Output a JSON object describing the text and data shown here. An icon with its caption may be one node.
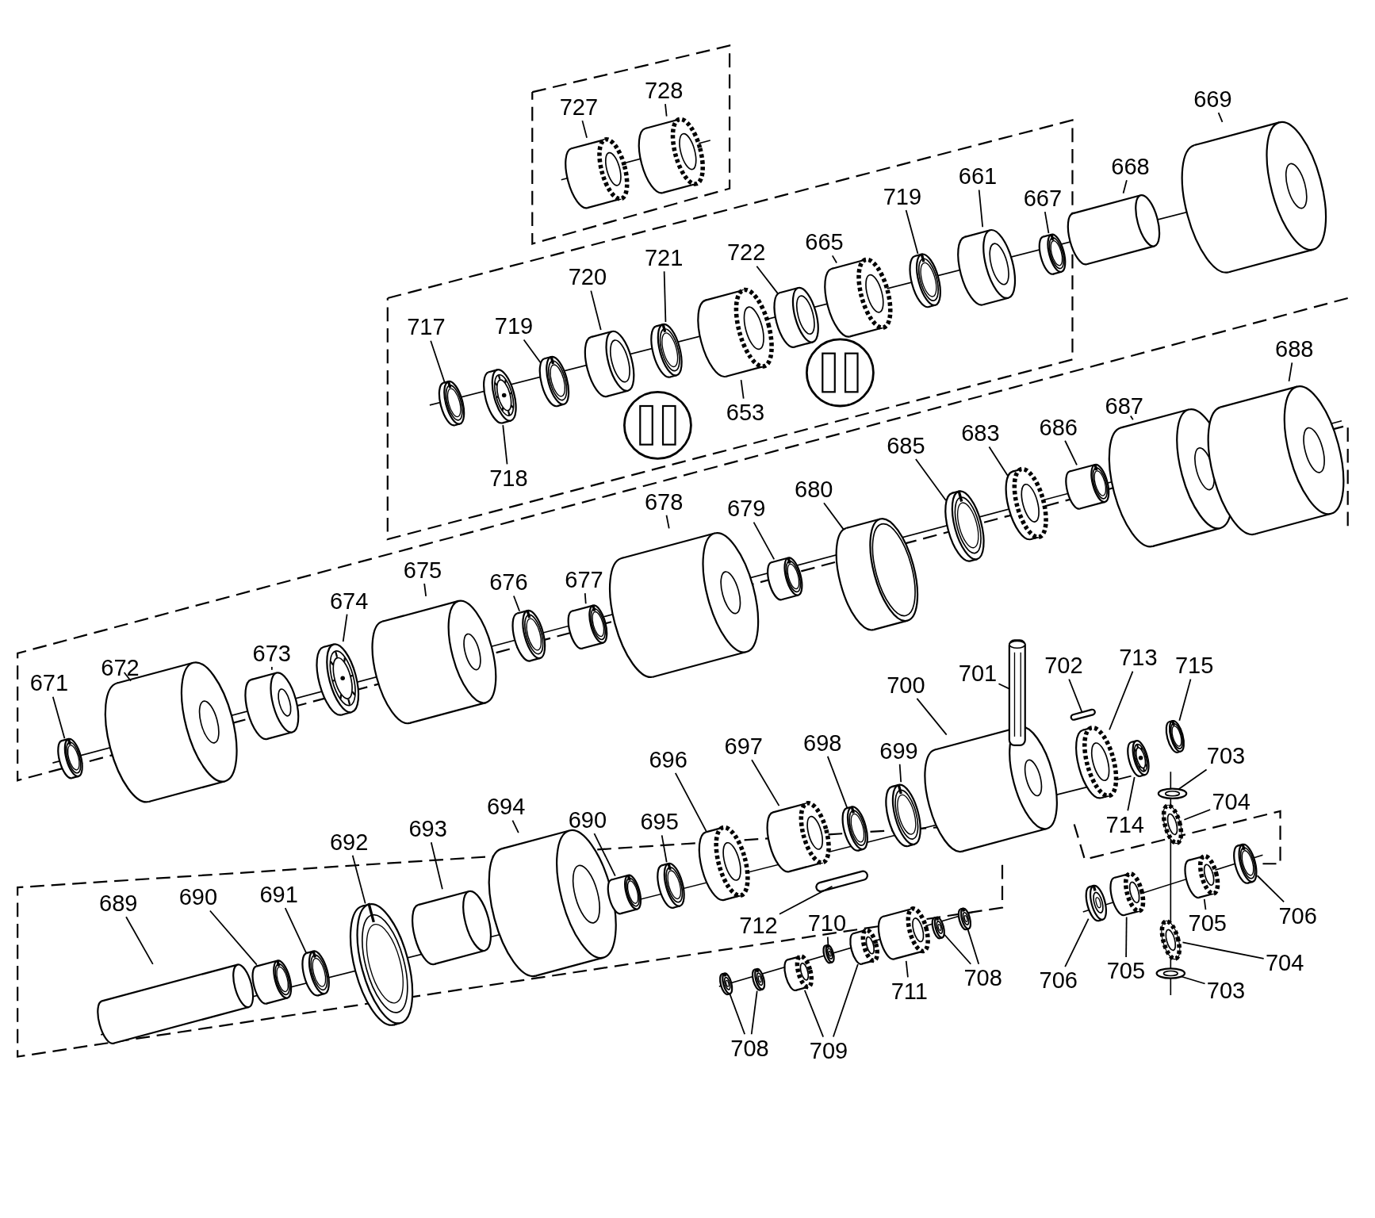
{
  "diagram": {
    "nodes": [
      {
        "text": [
          "727"
        ]
      },
      {
        "text": [
          "728"
        ]
      },
      {
        "text": [
          "717"
        ]
      },
      {
        "text": [
          "719"
        ]
      },
      {
        "text": [
          "718"
        ]
      },
      {
        "text": [
          "720"
        ]
      },
      {
        "text": [
          "721"
        ]
      },
      {
        "text": [
          "653"
        ]
      },
      {
        "text": [
          "722"
        ]
      },
      {
        "text": [
          "665"
        ]
      },
      {
        "text": [
          "719"
        ]
      },
      {
        "text": [
          "661"
        ]
      },
      {
        "text": [
          "667"
        ]
      },
      {
        "text": [
          "668"
        ]
      },
      {
        "text": [
          "669"
        ]
      },
      {
        "text": [
          "688"
        ]
      },
      {
        "text": [
          "687"
        ]
      },
      {
        "text": [
          "686"
        ]
      },
      {
        "text": [
          "683"
        ]
      },
      {
        "text": [
          "685"
        ]
      },
      {
        "text": [
          "680"
        ]
      },
      {
        "text": [
          "679"
        ]
      },
      {
        "text": [
          "678"
        ]
      },
      {
        "text": [
          "677"
        ]
      },
      {
        "text": [
          "676"
        ]
      },
      {
        "text": [
          "675"
        ]
      },
      {
        "text": [
          "674"
        ]
      },
      {
        "text": [
          "673"
        ]
      },
      {
        "text": [
          "672"
        ]
      },
      {
        "text": [
          "671"
        ]
      },
      {
        "text": [
          "689"
        ]
      },
      {
        "text": [
          "690"
        ]
      },
      {
        "text": [
          "691"
        ]
      },
      {
        "text": [
          "692"
        ]
      },
      {
        "text": [
          "693"
        ]
      },
      {
        "text": [
          "694"
        ]
      },
      {
        "text": [
          "690"
        ]
      },
      {
        "text": [
          "695"
        ]
      },
      {
        "text": [
          "696"
        ]
      },
      {
        "text": [
          "697"
        ]
      },
      {
        "text": [
          "698"
        ]
      },
      {
        "text": [
          "699"
        ]
      },
      {
        "text": [
          "700"
        ]
      },
      {
        "text": [
          "701"
        ]
      },
      {
        "text": [
          "702"
        ]
      },
      {
        "text": [
          "713"
        ]
      },
      {
        "text": [
          "715"
        ]
      },
      {
        "text": [
          "703"
        ]
      },
      {
        "text": [
          "714"
        ]
      },
      {
        "text": [
          "704"
        ]
      },
      {
        "text": [
          "712"
        ]
      },
      {
        "text": [
          "710"
        ]
      },
      {
        "text": [
          "711"
        ]
      },
      {
        "text": [
          "708"
        ]
      },
      {
        "text": [
          "708"
        ]
      },
      {
        "text": [
          "709"
        ]
      },
      {
        "text": [
          "706"
        ]
      },
      {
        "text": [
          "705"
        ]
      },
      {
        "text": [
          "705"
        ]
      },
      {
        "text": [
          "706"
        ]
      },
      {
        "text": [
          "704"
        ]
      },
      {
        "text": [
          "703"
        ]
      },
      {
        "text": [],
        "shape": "picture"
      },
      {
        "text": [],
        "shape": "picture"
      },
      {
        "text": [],
        "shape": "picture"
      },
      {
        "text": [],
        "shape": "picture"
      },
      {
        "text": [],
        "shape": "picture"
      },
      {
        "text": [],
        "shape": "picture"
      },
      {
        "text": [],
        "shape": "picture"
      },
      {
        "text": [],
        "shape": "picture"
      },
      {
        "text": [],
        "shape": "picture"
      },
      {
        "text": [],
        "shape": "picture"
      },
      {
        "text": [],
        "shape": "picture"
      },
      {
        "text": [],
        "shape": "picture"
      },
      {
        "text": [],
        "shape": "picture"
      },
      {
        "text": [],
        "shape": "picture"
      },
      {
        "text": [],
        "shape": "picture"
      },
      {
        "text": [],
        "shape": "picture"
      },
      {
        "text": [],
        "shape": "picture"
      },
      {
        "text": [],
        "shape": "picture"
      },
      {
        "text": [],
        "shape": "picture"
      },
      {
        "text": [],
        "shape": "picture"
      },
      {
        "text": [],
        "shape": "picture"
      },
      {
        "text": [],
        "shape": "picture"
      },
      {
        "text": [],
        "shape": "picture"
      },
      {
        "text": [],
        "shape": "picture"
      },
      {
        "text": [],
        "shape": "picture"
      },
      {
        "text": [],
        "shape": "picture"
      },
      {
        "text": [],
        "shape": "picture"
      },
      {
        "text": [],
        "shape": "picture"
      },
      {
        "text": [],
        "shape": "picture"
      },
      {
        "text": [],
        "shape": "picture"
      },
      {
        "text": [],
        "shape": "picture"
      },
      {
        "text": [],
        "shape": "picture"
      },
      {
        "text": [],
        "shape": "picture"
      },
      {
        "text": [],
        "shape": "picture"
      },
      {
        "text": [],
        "shape": "picture"
      },
      {
        "text": [],
        "shape": "picture"
      },
      {
        "text": [],
        "shape": "picture"
      },
      {
        "text": [],
        "shape": "picture"
      },
      {
        "text": [],
        "shape": "picture"
      },
      {
        "text": [],
        "shape": "picture"
      },
      {
        "text": [],
        "shape": "picture"
      },
      {
        "text": [],
        "shape": "picture"
      },
      {
        "text": [],
        "shape": "picture"
      },
      {
        "text": [],
        "shape": "picture"
      },
      {
        "text": [],
        "shape": "picture"
      },
      {
        "text": [],
        "shape": "picture"
      },
      {
        "text": [],
        "shape": "picture"
      },
      {
        "text": [],
        "shape": "picture"
      },
      {
        "text": [],
        "shape": "picture"
      },
      {
        "text": [],
        "shape": "picture"
      },
      {
        "text": [],
        "shape": "picture"
      },
      {
        "text": [],
        "shape": "picture"
      },
      {
        "text": [],
        "shape": "picture"
      },
      {
        "text": [],
        "shape": "picture"
      },
      {
        "text": [],
        "shape": "picture"
      },
      {
        "text": [],
        "shape": "picture"
      },
      {
        "text": [],
        "shape": "picture"
      },
      {
        "text": [],
        "shape": "picture"
      },
      {
        "text": [],
        "shape": "picture"
      },
      {
        "text": [],
        "shape": "picture"
      },
      {
        "text": [],
        "shape": "picture"
      },
      {
        "text": [],
        "shape": "picture"
      },
      {
        "text": [],
        "shape": "picture"
      },
      {
        "text": [],
        "shape": "picture"
      },
      {
        "text": [],
        "shape": "picture"
      }
    ],
    "edges": [
      {
        "from": 0,
        "to": 62,
        "arrow": "none"
      },
      {
        "from": 1,
        "to": 63,
        "arrow": "none"
      },
      {
        "from": 2,
        "to": 64,
        "arrow": "none"
      },
      {
        "from": 3,
        "to": 66,
        "arrow": "none"
      },
      {
        "from": 4,
        "to": 65,
        "arrow": "none"
      },
      {
        "from": 5,
        "to": 67,
        "arrow": "none"
      },
      {
        "from": 6,
        "to": 68,
        "arrow": "none"
      },
      {
        "from": 7,
        "to": 69,
        "arrow": "none"
      },
      {
        "from": 8,
        "to": 70,
        "arrow": "none"
      },
      {
        "from": 9,
        "to": 71,
        "arrow": "none"
      },
      {
        "from": 10,
        "to": 72,
        "arrow": "none"
      },
      {
        "from": 11,
        "to": 73,
        "arrow": "none"
      },
      {
        "from": 12,
        "to": 74,
        "arrow": "none"
      },
      {
        "from": 13,
        "to": 75,
        "arrow": "none"
      },
      {
        "from": 14,
        "to": 76,
        "arrow": "none"
      },
      {
        "from": 15,
        "to": 91,
        "arrow": "none"
      },
      {
        "from": 16,
        "to": 90,
        "arrow": "none"
      },
      {
        "from": 17,
        "to": 89,
        "arrow": "none"
      },
      {
        "from": 18,
        "to": 88,
        "arrow": "none"
      },
      {
        "from": 19,
        "to": 87,
        "arrow": "none"
      },
      {
        "from": 20,
        "to": 86,
        "arrow": "none"
      },
      {
        "from": 21,
        "to": 85,
        "arrow": "none"
      },
      {
        "from": 22,
        "to": 84,
        "arrow": "none"
      },
      {
        "from": 23,
        "to": 83,
        "arrow": "none"
      },
      {
        "from": 24,
        "to": 82,
        "arrow": "none"
      },
      {
        "from": 25,
        "to": 81,
        "arrow": "none"
      },
      {
        "from": 26,
        "to": 80,
        "arrow": "none"
      },
      {
        "from": 27,
        "to": 79,
        "arrow": "none"
      },
      {
        "from": 28,
        "to": 78,
        "arrow": "none"
      },
      {
        "from": 29,
        "to": 77,
        "arrow": "none"
      },
      {
        "from": 30,
        "to": 92,
        "arrow": "none"
      },
      {
        "from": 31,
        "to": 93,
        "arrow": "none"
      },
      {
        "from": 32,
        "to": 94,
        "arrow": "none"
      },
      {
        "from": 33,
        "to": 95,
        "arrow": "none"
      },
      {
        "from": 34,
        "to": 96,
        "arrow": "none"
      },
      {
        "from": 35,
        "to": 97,
        "arrow": "none"
      },
      {
        "from": 36,
        "to": 98,
        "arrow": "none"
      },
      {
        "from": 37,
        "to": 99,
        "arrow": "none"
      },
      {
        "from": 38,
        "to": 100,
        "arrow": "none"
      },
      {
        "from": 39,
        "to": 101,
        "arrow": "none"
      },
      {
        "from": 40,
        "to": 102,
        "arrow": "none"
      },
      {
        "from": 41,
        "to": 103,
        "arrow": "none"
      },
      {
        "from": 42,
        "to": 104,
        "arrow": "none"
      },
      {
        "from": 43,
        "to": 105,
        "arrow": "none"
      },
      {
        "from": 44,
        "to": 106,
        "arrow": "none"
      },
      {
        "from": 45,
        "to": 107,
        "arrow": "none"
      },
      {
        "from": 46,
        "to": 109,
        "arrow": "none"
      },
      {
        "from": 47,
        "to": 119,
        "arrow": "none"
      },
      {
        "from": 48,
        "to": 108,
        "arrow": "none"
      },
      {
        "from": 49,
        "to": 120,
        "arrow": "none"
      },
      {
        "from": 50,
        "to": 110,
        "arrow": "none"
      },
      {
        "from": 51,
        "to": 114,
        "arrow": "none"
      },
      {
        "from": 52,
        "to": 116,
        "arrow": "none"
      },
      {
        "from": 53,
        "to": 117,
        "arrow": "none"
      },
      {
        "from": 53,
        "to": 118,
        "arrow": "none"
      },
      {
        "from": 54,
        "to": 111,
        "arrow": "none"
      },
      {
        "from": 54,
        "to": 112,
        "arrow": "none"
      },
      {
        "from": 55,
        "to": 113,
        "arrow": "none"
      },
      {
        "from": 55,
        "to": 115,
        "arrow": "none"
      },
      {
        "from": 56,
        "to": 123,
        "arrow": "none"
      },
      {
        "from": 57,
        "to": 124,
        "arrow": "none"
      },
      {
        "from": 58,
        "to": 125,
        "arrow": "none"
      },
      {
        "from": 59,
        "to": 126,
        "arrow": "none"
      },
      {
        "from": 60,
        "to": 121,
        "arrow": "none"
      },
      {
        "from": 61,
        "to": 122,
        "arrow": "none"
      }
    ]
  }
}
